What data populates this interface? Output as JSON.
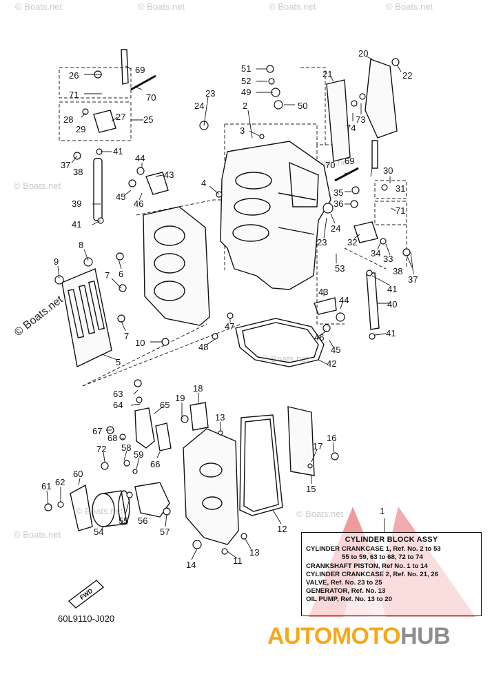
{
  "watermark": "© Boats.net",
  "diagram_code": "60L9110-J020",
  "fwd_label": "FWD",
  "legend": {
    "ref_number": "1",
    "title": "CYLINDER BLOCK ASSY",
    "rows": [
      {
        "text": "CYLINDER CRANKCASE 1,  Ref. No. 2 to 53",
        "indent": false
      },
      {
        "text": "55 to 59, 63 to 68, 72 to 74",
        "indent": true
      },
      {
        "text": "CRANKSHAFT PISTON,  Ref No. 1 to 14",
        "indent": false
      },
      {
        "text": "CYLINDER CRANKCASE 2,  Ref. No. 21, 26",
        "indent": false
      },
      {
        "text": "VALVE,  Ref. No. 23 to 25",
        "indent": false
      },
      {
        "text": "GENERATOR,  Ref. No. 13",
        "indent": false
      },
      {
        "text": "OIL PUMP,  Ref. No. 13 to 20",
        "indent": false
      }
    ]
  },
  "brand": {
    "part1": "AUTOMOTO",
    "part2": "HUB",
    "color1": "#f6a81c",
    "color2": "#8e8e8e",
    "triangle_color": "#d93a3a"
  },
  "callouts": [
    {
      "id": "c69a",
      "text": "69"
    },
    {
      "id": "c26",
      "text": "26"
    },
    {
      "id": "c71a",
      "text": "71"
    },
    {
      "id": "c70a",
      "text": "70"
    },
    {
      "id": "c27",
      "text": "27"
    },
    {
      "id": "c25",
      "text": "25"
    },
    {
      "id": "c28",
      "text": "28"
    },
    {
      "id": "c29",
      "text": "29"
    },
    {
      "id": "c37a",
      "text": "37"
    },
    {
      "id": "c38a",
      "text": "38"
    },
    {
      "id": "c41a",
      "text": "41"
    },
    {
      "id": "c39",
      "text": "39"
    },
    {
      "id": "c41b",
      "text": "41"
    },
    {
      "id": "c51",
      "text": "51"
    },
    {
      "id": "c52",
      "text": "52"
    },
    {
      "id": "c49",
      "text": "49"
    },
    {
      "id": "c50",
      "text": "50"
    },
    {
      "id": "c23a",
      "text": "23"
    },
    {
      "id": "c24a",
      "text": "24"
    },
    {
      "id": "c2",
      "text": "2"
    },
    {
      "id": "c3",
      "text": "3"
    },
    {
      "id": "c20",
      "text": "20"
    },
    {
      "id": "c22",
      "text": "22"
    },
    {
      "id": "c21",
      "text": "21"
    },
    {
      "id": "c74",
      "text": "74"
    },
    {
      "id": "c73",
      "text": "73"
    },
    {
      "id": "c44a",
      "text": "44"
    },
    {
      "id": "c43a",
      "text": "43"
    },
    {
      "id": "c45a",
      "text": "45"
    },
    {
      "id": "c46a",
      "text": "46"
    },
    {
      "id": "c4",
      "text": "4"
    },
    {
      "id": "c69b",
      "text": "69"
    },
    {
      "id": "c70b",
      "text": "70"
    },
    {
      "id": "c30",
      "text": "30"
    },
    {
      "id": "c35",
      "text": "35"
    },
    {
      "id": "c31",
      "text": "31"
    },
    {
      "id": "c36",
      "text": "36"
    },
    {
      "id": "c71b",
      "text": "71"
    },
    {
      "id": "c24b",
      "text": "24"
    },
    {
      "id": "c23b",
      "text": "23"
    },
    {
      "id": "c32",
      "text": "32"
    },
    {
      "id": "c34",
      "text": "34"
    },
    {
      "id": "c33",
      "text": "33"
    },
    {
      "id": "c53",
      "text": "53"
    },
    {
      "id": "c38b",
      "text": "38"
    },
    {
      "id": "c37b",
      "text": "37"
    },
    {
      "id": "c41c",
      "text": "41"
    },
    {
      "id": "c40",
      "text": "40"
    },
    {
      "id": "c8",
      "text": "8"
    },
    {
      "id": "c9",
      "text": "9"
    },
    {
      "id": "c6",
      "text": "6"
    },
    {
      "id": "c7a",
      "text": "7"
    },
    {
      "id": "c7b",
      "text": "7"
    },
    {
      "id": "c10",
      "text": "10"
    },
    {
      "id": "c48",
      "text": "48"
    },
    {
      "id": "c47",
      "text": "47"
    },
    {
      "id": "c5",
      "text": "5"
    },
    {
      "id": "c43b",
      "text": "43"
    },
    {
      "id": "c44b",
      "text": "44"
    },
    {
      "id": "c46b",
      "text": "46"
    },
    {
      "id": "c45b",
      "text": "45"
    },
    {
      "id": "c41d",
      "text": "41"
    },
    {
      "id": "c42",
      "text": "42"
    },
    {
      "id": "c63",
      "text": "63"
    },
    {
      "id": "c64",
      "text": "64"
    },
    {
      "id": "c65",
      "text": "65"
    },
    {
      "id": "c19",
      "text": "19"
    },
    {
      "id": "c18",
      "text": "18"
    },
    {
      "id": "c13a",
      "text": "13"
    },
    {
      "id": "c67",
      "text": "67"
    },
    {
      "id": "c68",
      "text": "68"
    },
    {
      "id": "c72",
      "text": "72"
    },
    {
      "id": "c58",
      "text": "58"
    },
    {
      "id": "c59",
      "text": "59"
    },
    {
      "id": "c66",
      "text": "66"
    },
    {
      "id": "c16",
      "text": "16"
    },
    {
      "id": "c17",
      "text": "17"
    },
    {
      "id": "c15",
      "text": "15"
    },
    {
      "id": "c61",
      "text": "61"
    },
    {
      "id": "c62",
      "text": "62"
    },
    {
      "id": "c60",
      "text": "60"
    },
    {
      "id": "c55",
      "text": "55"
    },
    {
      "id": "c56",
      "text": "56"
    },
    {
      "id": "c54",
      "text": "54"
    },
    {
      "id": "c57",
      "text": "57"
    },
    {
      "id": "c12",
      "text": "12"
    },
    {
      "id": "c14",
      "text": "14"
    },
    {
      "id": "c11",
      "text": "11"
    },
    {
      "id": "c13b",
      "text": "13"
    }
  ]
}
